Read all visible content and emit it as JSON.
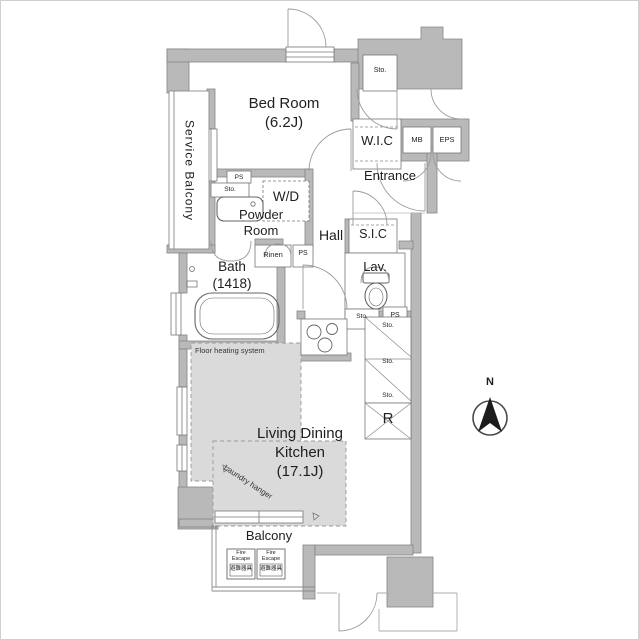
{
  "rooms": {
    "service_balcony": "Service Balcony",
    "bed_room": {
      "name": "Bed Room",
      "size": "(6.2J)"
    },
    "wic": "W.I.C",
    "entrance": "Entrance",
    "sic": "S.I.C",
    "lav": "Lav.",
    "hall": "Hall",
    "powder_room": "Powder Room",
    "wd": "W/D",
    "bath": {
      "name": "Bath",
      "size": "(1418)"
    },
    "ldk": {
      "name": "Living Dining Kitchen",
      "size": "(17.1J)"
    },
    "balcony": "Balcony"
  },
  "fixtures": {
    "sto": "Sto.",
    "ps": "PS",
    "mb": "MB",
    "eps": "EPS",
    "rinen": "Rinen",
    "refrigerator": "R"
  },
  "annotations": {
    "floor_heating": "Floor heating system",
    "laundry_hanger": "Laundry hanger",
    "fire_escape": {
      "line1": "Fire",
      "line2": "Escape",
      "line3": "避難器具"
    },
    "compass_north": "N"
  },
  "colors": {
    "wall": "#b9b9b9",
    "wall_border": "#868686",
    "floor_heating_fill": "#dadada",
    "fixture_line": "#666666",
    "door_arc": "#999999"
  }
}
